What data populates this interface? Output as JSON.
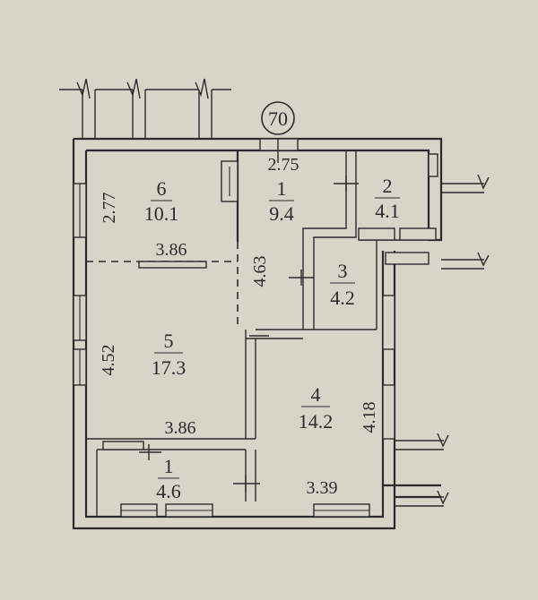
{
  "plan": {
    "building_number": "70",
    "rooms": [
      {
        "id": "6",
        "area": "10.1"
      },
      {
        "id": "1",
        "area": "9.4"
      },
      {
        "id": "2",
        "area": "4.1"
      },
      {
        "id": "3",
        "area": "4.2"
      },
      {
        "id": "5",
        "area": "17.3"
      },
      {
        "id": "4",
        "area": "14.2"
      },
      {
        "id": "1",
        "area": "4.6"
      }
    ],
    "dimensions": {
      "top_width": "2.75",
      "room6_height": "2.77",
      "room6_width": "3.86",
      "corridor_height": "4.63",
      "room5_height": "4.52",
      "room5_width": "3.86",
      "room4_height": "4.18",
      "room4_width": "3.39"
    }
  }
}
